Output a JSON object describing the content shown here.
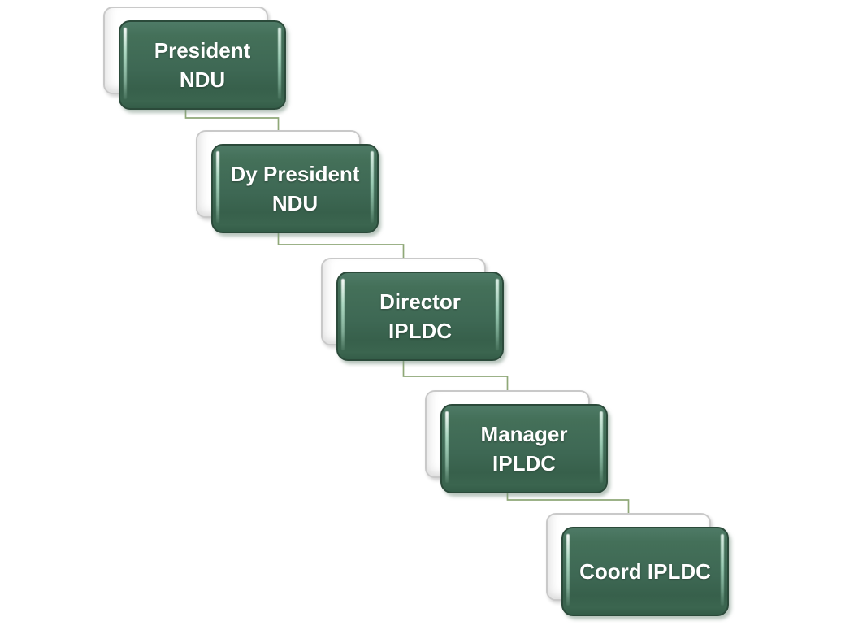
{
  "diagram": {
    "type": "step-down-org-chart",
    "background": "#ffffff",
    "nodes": [
      {
        "id": "president-ndu",
        "lines": [
          "President",
          "NDU"
        ]
      },
      {
        "id": "dy-president-ndu",
        "lines": [
          "Dy President",
          "NDU"
        ]
      },
      {
        "id": "director-ipldc",
        "lines": [
          "Director",
          "IPLDC"
        ]
      },
      {
        "id": "manager-ipldc",
        "lines": [
          "Manager",
          "IPLDC"
        ]
      },
      {
        "id": "coord-ipldc",
        "lines": [
          "Coord IPLDC"
        ]
      }
    ],
    "colors": {
      "node_fill": "#3e6854",
      "node_fill_top": "#4e7a66",
      "node_fill_bottom": "#345d48",
      "node_border": "#2b4a3a",
      "node_highlight": "#b7e4cd",
      "node_text": "#ffffff",
      "back_card_fill": "#ffffff",
      "back_card_border": "#c9c9c9",
      "connector": "#8fa878"
    }
  }
}
